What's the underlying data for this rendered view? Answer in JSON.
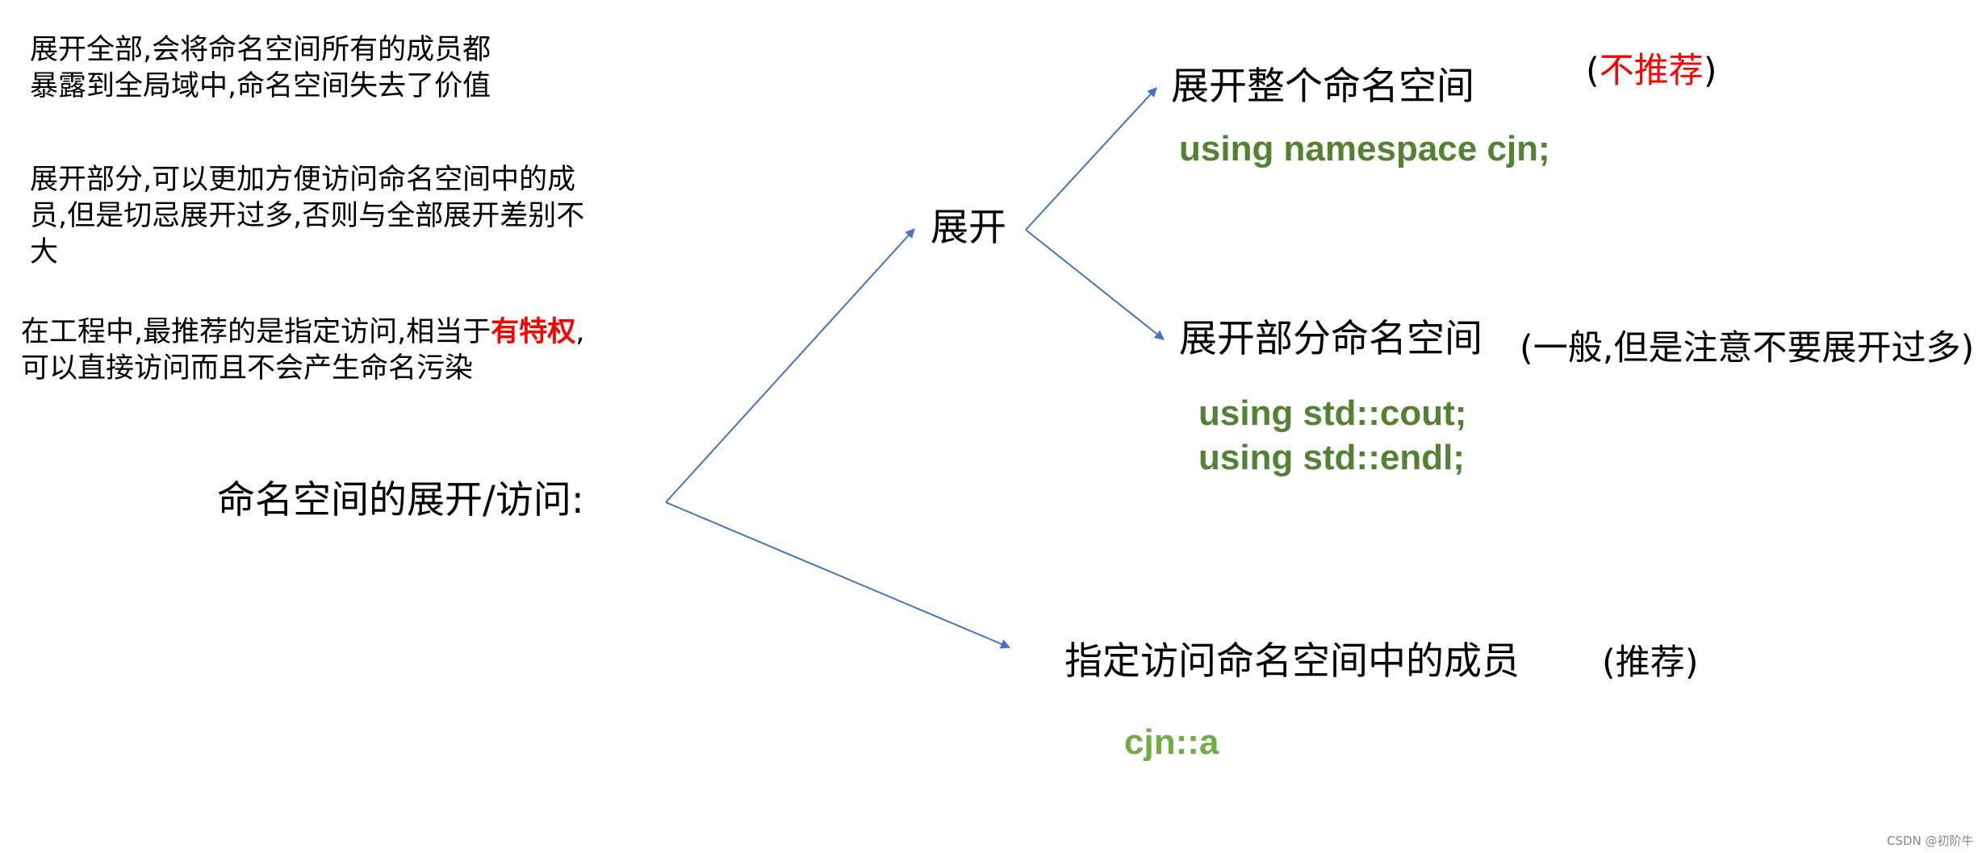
{
  "notes": {
    "expand_all": [
      "展开全部,会将命名空间所有的成员都",
      "暴露到全局域中,命名空间失去了价值"
    ],
    "expand_part": [
      "展开部分,可以更加方便访问命名空间中的成",
      "员,但是切忌展开过多,否则与全部展开差别不",
      "大"
    ],
    "specified_line1_prefix": "在工程中,最推荐的是指定访问,相当于",
    "specified_line1_emphasis": "有特权",
    "specified_line1_suffix": ",",
    "specified_line2": "可以直接访问而且不会产生命名污染"
  },
  "root": {
    "label": "命名空间的展开/访问:"
  },
  "expand": {
    "label": "展开",
    "whole": {
      "label": "展开整个命名空间",
      "note_open": "(",
      "note_text": "不推荐",
      "note_close": ")",
      "code": "using namespace cjn;"
    },
    "partial": {
      "label": "展开部分命名空间",
      "note": "(一般,但是注意不要展开过多)",
      "code": [
        "using std::cout;",
        "using std::endl;"
      ]
    }
  },
  "specified": {
    "label": "指定访问命名空间中的成员",
    "note": "(推荐)",
    "code": "cjn::a"
  },
  "watermark": "CSDN @初阶牛",
  "colors": {
    "arrow": "#4472c4",
    "code": "#548235",
    "code_light": "#70ad47",
    "emphasis": "#ff0000"
  }
}
